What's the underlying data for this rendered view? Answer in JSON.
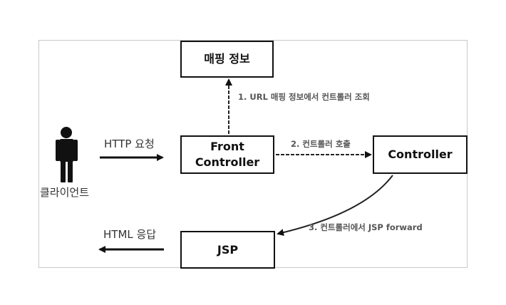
{
  "diagram": {
    "nodes": {
      "mapping": "매핑 정보",
      "front": "Front\nController",
      "controller": "Controller",
      "jsp": "JSP",
      "client": "클라이언트"
    },
    "edges": {
      "request": "HTTP 요청",
      "step1": "1. URL 매핑 정보에서 컨트롤러 조회",
      "step2": "2. 컨트롤러 호출",
      "step3": "3. 컨트롤러에서 JSP forward",
      "response": "HTML 응답"
    }
  },
  "colors": {
    "stroke": "#111111",
    "edge_label": "#555555",
    "frame": "#c8c8c8"
  }
}
